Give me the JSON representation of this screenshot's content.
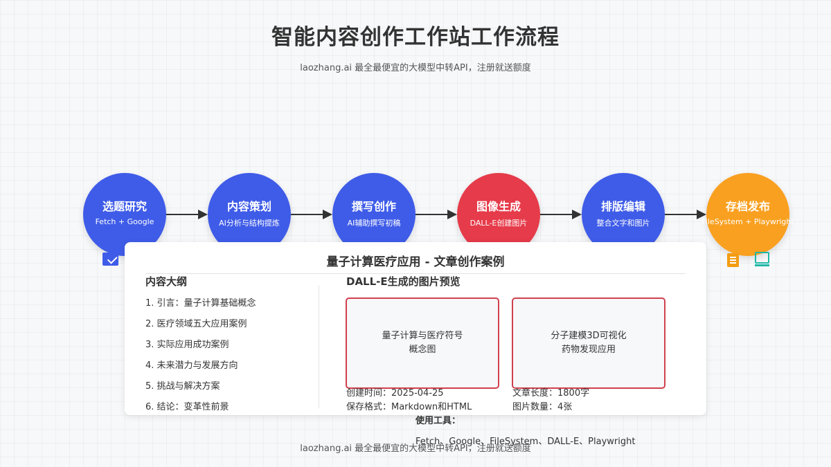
{
  "header": {
    "title": "智能内容创作工作站工作流程",
    "subtitle": "laozhang.ai 最全最便宜的大模型中转API，注册就送额度"
  },
  "steps": [
    {
      "name": "选题研究",
      "desc": "Fetch + Google",
      "color": "#3f5ce8"
    },
    {
      "name": "内容策划",
      "desc": "AI分析与结构提炼",
      "color": "#3f5ce8"
    },
    {
      "name": "撰写创作",
      "desc": "AI辅助撰写初稿",
      "color": "#3f5ce8"
    },
    {
      "name": "图像生成",
      "desc": "DALL-E创建图片",
      "color": "#e63b4a"
    },
    {
      "name": "排版编辑",
      "desc": "整合文字和图片",
      "color": "#3f5ce8"
    },
    {
      "name": "存档发布",
      "desc": "FileSystem + Playwright",
      "color": "#f9a020"
    }
  ],
  "icons": {
    "check": "check-icon",
    "document": "document-icon",
    "monitor": "monitor-icon"
  },
  "card": {
    "title": "量子计算医疗应用 - 文章创作案例",
    "outline_title": "内容大纲",
    "outline": [
      "1. 引言：量子计算基础概念",
      "2. 医疗领域五大应用案例",
      "3. 实际应用成功案例",
      "4. 未来潜力与发展方向",
      "5. 挑战与解决方案",
      "6. 结论：变革性前景"
    ],
    "preview_title": "DALL-E生成的图片预览",
    "images": [
      "量子计算与医疗符号\n概念图",
      "分子建模3D可视化\n药物发现应用"
    ],
    "meta": {
      "created": "创建时间：2025-04-25",
      "format": "保存格式：Markdown和HTML",
      "length": "文章长度：1800字",
      "image_count": "图片数量：4张"
    },
    "tools_label": "使用工具：",
    "tools": "Fetch、Google、FileSystem、DALL-E、Playwright"
  },
  "footer": {
    "text": "laozhang.ai 最全最便宜的大模型中转API，注册就送额度"
  }
}
